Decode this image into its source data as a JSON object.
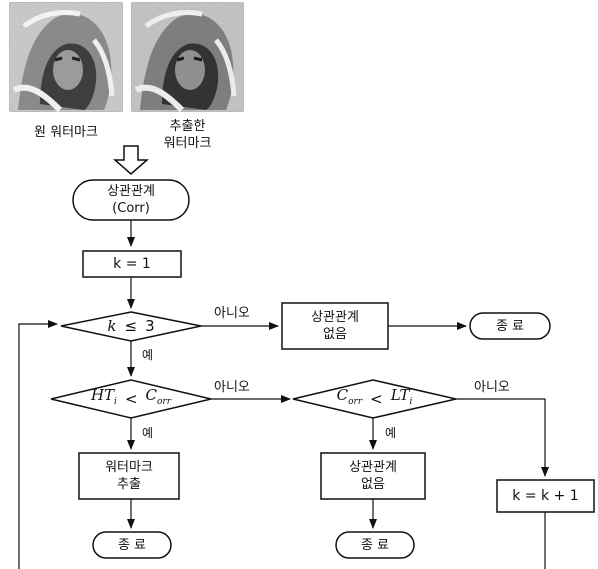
{
  "images": {
    "original_caption": "원 워터마크",
    "extracted_caption_line1": "추출한",
    "extracted_caption_line2": "워터마크"
  },
  "nodes": {
    "correlation_line1": "상관관계",
    "correlation_line2": "(Corr)",
    "init": "k = 1",
    "cond1": {
      "var": "k",
      "op": "≤",
      "value": "3"
    },
    "no_corr_a_line1": "상관관계",
    "no_corr_a_line2": "없음",
    "end_a": "종 료",
    "cond2": {
      "left_main": "HT",
      "left_sub": "i",
      "op": "<",
      "right_main": "C",
      "right_sub": "orr"
    },
    "cond3": {
      "left_main": "C",
      "left_sub": "orr",
      "op": "<",
      "right_main": "LT",
      "right_sub": "i"
    },
    "extract_line1": "워터마크",
    "extract_line2": "추출",
    "no_corr_b_line1": "상관관계",
    "no_corr_b_line2": "없음",
    "end_b": "종 료",
    "end_c": "종 료",
    "increment": "k = k + 1"
  },
  "edge_labels": {
    "cond1_no": "아니오",
    "cond1_yes": "예",
    "cond2_no": "아니오",
    "cond2_yes": "예",
    "cond3_no": "아니오",
    "cond3_yes": "예"
  }
}
